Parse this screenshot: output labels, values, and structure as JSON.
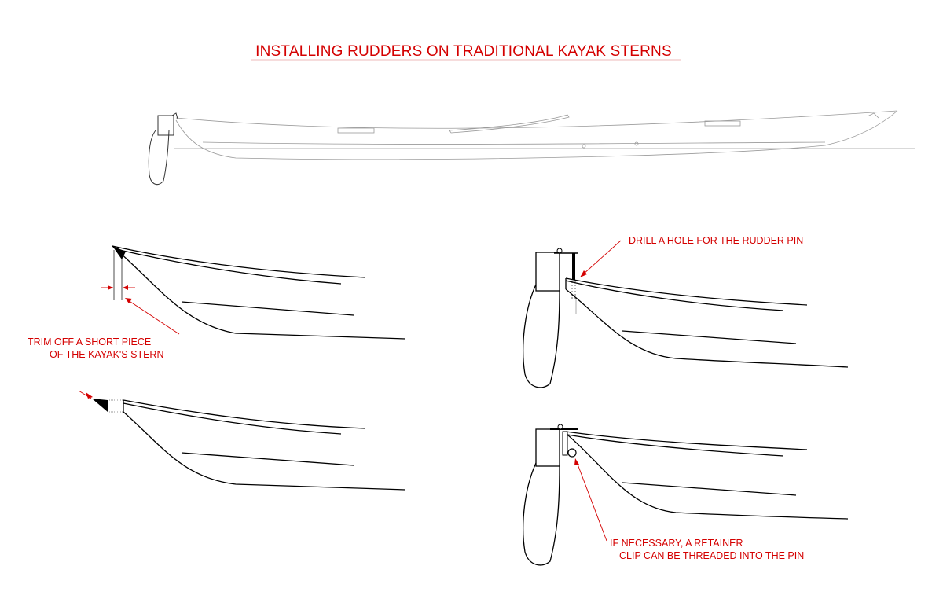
{
  "title": "INSTALLING RUDDERS ON TRADITIONAL KAYAK STERNS",
  "labels": {
    "trim_line1": "TRIM OFF A SHORT PIECE",
    "trim_line2": "OF THE KAYAK'S STERN",
    "drill": "DRILL A HOLE FOR THE RUDDER PIN",
    "clip_line1": "IF NECESSARY, A RETAINER",
    "clip_line2": "CLIP CAN BE THREADED INTO THE PIN"
  },
  "colors": {
    "annotation": "#d40000",
    "outline": "#000000",
    "profile": "#9a9a9a",
    "background": "#ffffff"
  }
}
